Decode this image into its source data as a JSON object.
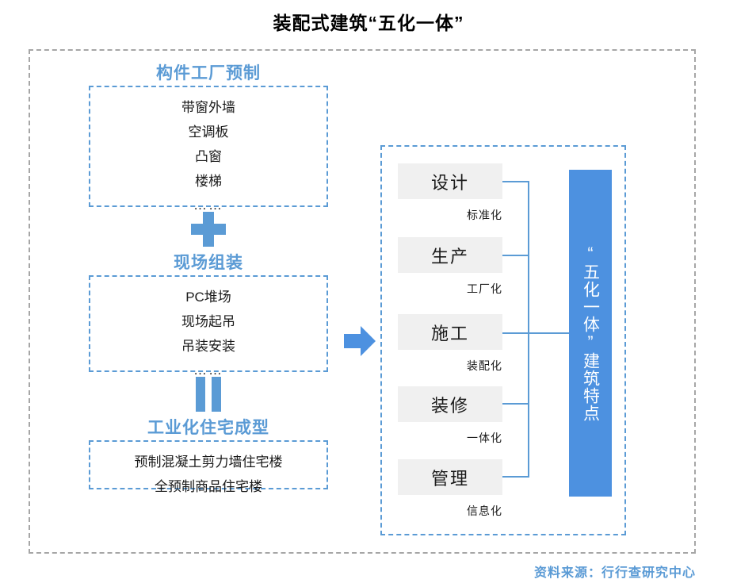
{
  "title": "装配式建筑“五化一体”",
  "left_column": {
    "sections": [
      {
        "heading": "构件工厂预制",
        "items": [
          "带窗外墙",
          "空调板",
          "凸窗",
          "楼梯"
        ],
        "ellipsis": "……"
      },
      {
        "heading": "现场组装",
        "items": [
          "PC堆场",
          "现场起吊",
          "吊装安装"
        ],
        "ellipsis": "……"
      },
      {
        "heading": "工业化住宅成型",
        "items": [
          "预制混凝土剪力墙住宅楼",
          "全预制商品住宅楼"
        ],
        "ellipsis": ""
      }
    ],
    "operators": [
      {
        "name": "plus",
        "symbol": "+"
      },
      {
        "name": "equals",
        "symbol": "="
      }
    ]
  },
  "arrow": {
    "name": "right-arrow",
    "direction": "right",
    "color": "#4d91e0"
  },
  "right_panel": {
    "stages": [
      {
        "name": "设计",
        "label": "标准化"
      },
      {
        "name": "生产",
        "label": "工厂化"
      },
      {
        "name": "施工",
        "label": "装配化"
      },
      {
        "name": "装修",
        "label": "一体化"
      },
      {
        "name": "管理",
        "label": "信息化"
      }
    ],
    "result_bar": "“五化一体”建筑特点"
  },
  "footer": "资料来源：行行查研究中心",
  "colors": {
    "accent_blue": "#5b9bd5",
    "bar_blue": "#4d91e0",
    "box_gray": "#f0f0f0",
    "frame_gray": "#a6a6a6",
    "text_black": "#1a1a1a"
  }
}
